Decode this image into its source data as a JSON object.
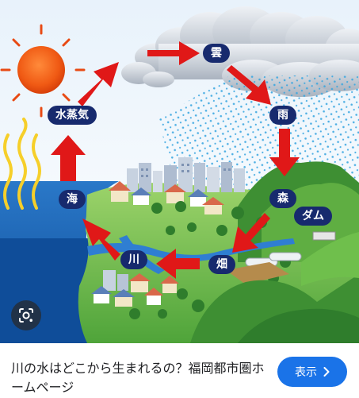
{
  "labels": {
    "vapor": "水蒸気",
    "cloud": "雲",
    "rain": "雨",
    "sea": "海",
    "forest": "森",
    "dam": "ダム",
    "field": "畑",
    "river": "川"
  },
  "caption": {
    "title": "川の水はどこから生まれるの？福岡都市圏ホームページ",
    "visit_label": "表示"
  },
  "colors": {
    "label_bg": "#172a6e",
    "arrow": "#e01818",
    "sea": "#1a5fb0",
    "button": "#1a73e8"
  },
  "icons": {
    "lens": "google-lens-icon",
    "visit": "chevron-right-icon"
  }
}
